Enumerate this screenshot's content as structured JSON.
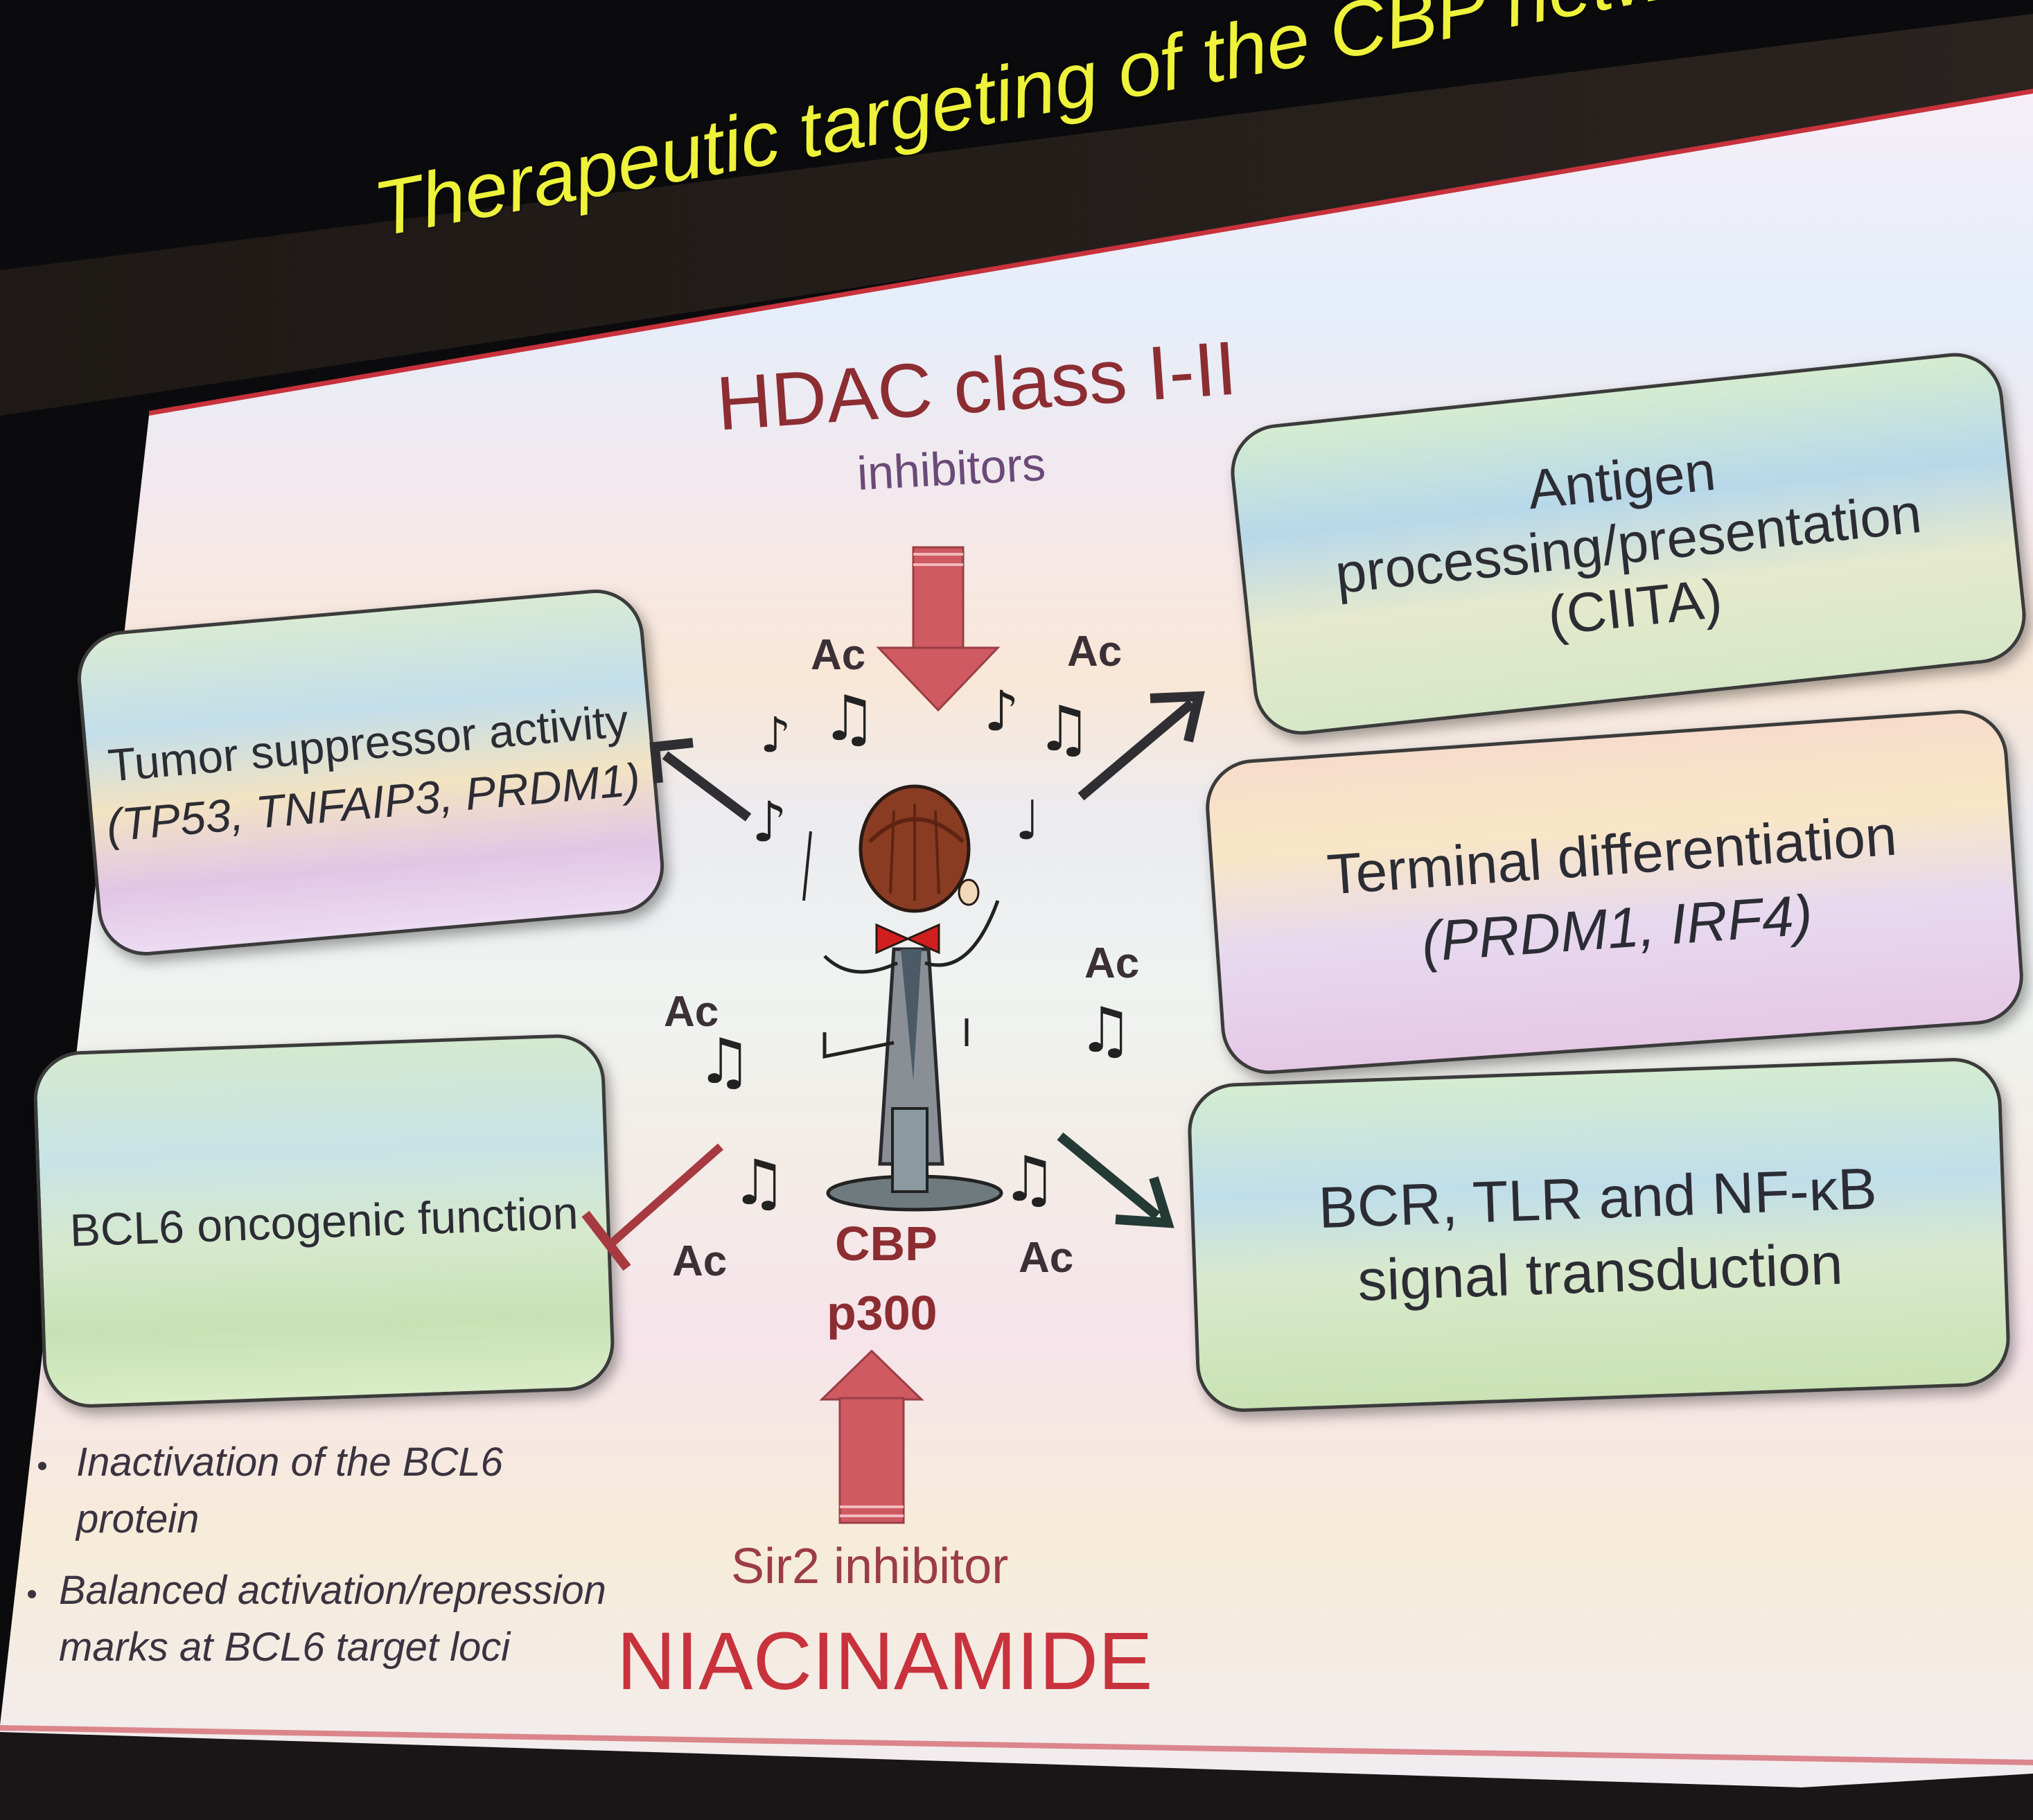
{
  "title": "Therapeutic targeting of the CBP network",
  "top_inhibitor": {
    "name": "HDAC class I-II",
    "label": "inhibitors"
  },
  "bottom_inhibitor": {
    "label": "Sir2 inhibitor",
    "name": "NIACINAMIDE"
  },
  "center": {
    "line1": "CBP",
    "line2": "p300"
  },
  "acetyl_mark": "Ac",
  "boxes": {
    "tumor_suppressor": {
      "line1": "Tumor suppressor activity",
      "line2": "(TP53, TNFAIP3, PRDM1)"
    },
    "bcl6": {
      "line1": "BCL6 oncogenic function"
    },
    "antigen": {
      "line1": "Antigen",
      "line2": "processing/presentation",
      "line3": "(CIITA)"
    },
    "terminal": {
      "line1": "Terminal differentiation",
      "line2": "(PRDM1, IRF4)"
    },
    "bcr": {
      "line1": "BCR, TLR and NF-κB",
      "line2": "signal transduction"
    }
  },
  "bullets": [
    {
      "line1": "Inactivation of the BCL6",
      "line2": "protein"
    },
    {
      "line1": "Balanced activation/repression",
      "line2": "marks at BCL6 target loci"
    }
  ],
  "colors": {
    "title_yellow": "#eef23a",
    "accent_red": "#c8323c",
    "arrow_red": "#cf5a62",
    "arrow_dark": "#2f2f33"
  },
  "icons": [
    "conductor-figure",
    "music-note-icon",
    "inhibition-bar-icon"
  ]
}
